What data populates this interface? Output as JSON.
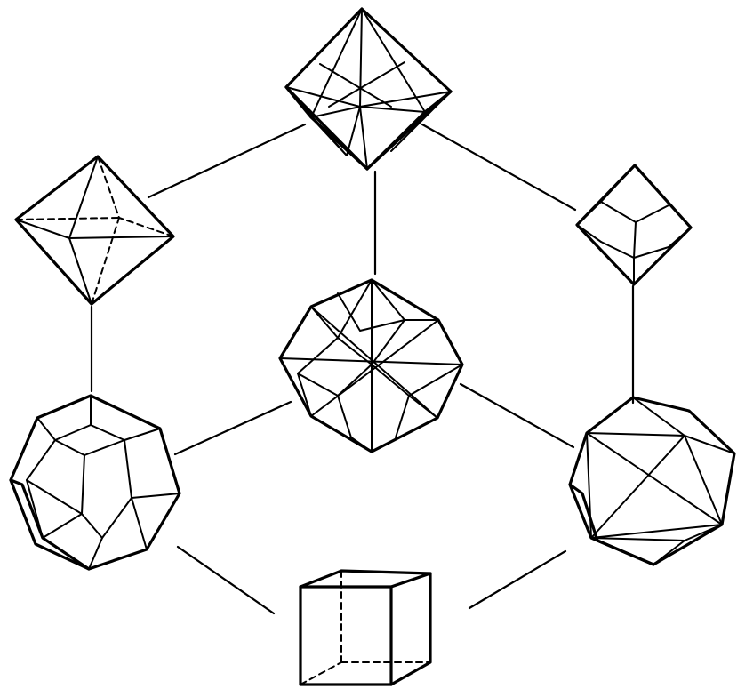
{
  "diagram": {
    "stroke_color": "#000000",
    "background_color": "#ffffff",
    "nodes": [
      {
        "id": "octakis-hexahedron",
        "kind": "polyhedron"
      },
      {
        "id": "octahedron",
        "kind": "polyhedron"
      },
      {
        "id": "rhombic-dodecahedron",
        "kind": "polyhedron"
      },
      {
        "id": "hexakis-octahedron",
        "kind": "polyhedron"
      },
      {
        "id": "deltoidal-icositetrahedron",
        "kind": "polyhedron"
      },
      {
        "id": "tetrakis-hexahedron",
        "kind": "polyhedron"
      },
      {
        "id": "cube",
        "kind": "polyhedron"
      }
    ],
    "links": [
      {
        "from": "octakis-hexahedron",
        "to": "octahedron"
      },
      {
        "from": "octakis-hexahedron",
        "to": "rhombic-dodecahedron"
      },
      {
        "from": "octakis-hexahedron",
        "to": "hexakis-octahedron"
      },
      {
        "from": "octahedron",
        "to": "deltoidal-icositetrahedron"
      },
      {
        "from": "rhombic-dodecahedron",
        "to": "tetrakis-hexahedron"
      },
      {
        "from": "hexakis-octahedron",
        "to": "deltoidal-icositetrahedron"
      },
      {
        "from": "hexakis-octahedron",
        "to": "tetrakis-hexahedron"
      },
      {
        "from": "deltoidal-icositetrahedron",
        "to": "cube"
      },
      {
        "from": "tetrakis-hexahedron",
        "to": "cube"
      }
    ]
  }
}
